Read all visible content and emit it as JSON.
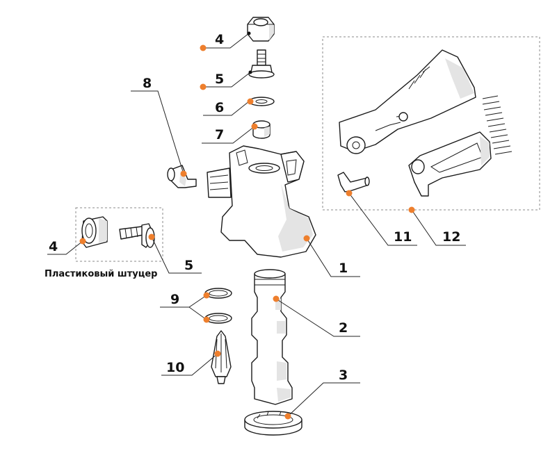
{
  "callouts": {
    "n1": "1",
    "n2": "2",
    "n3": "3",
    "n4_top": "4",
    "n4_left": "4",
    "n5_top": "5",
    "n5_left": "5",
    "n6": "6",
    "n7": "7",
    "n8": "8",
    "n9": "9",
    "n10": "10",
    "n11": "11",
    "n12": "12"
  },
  "caption": {
    "plastic_fitting": "Пластиковый штуцер"
  },
  "colors": {
    "marker": "#ee7f2d",
    "line": "#1a1a1a",
    "shade": "#e4e4e4",
    "group_frame": "#8a8a8a"
  }
}
